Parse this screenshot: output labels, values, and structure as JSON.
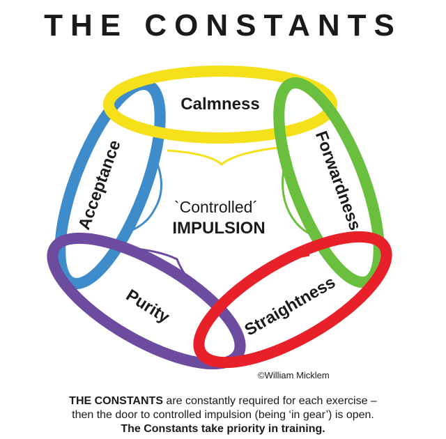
{
  "title": "THE CONSTANTS",
  "rings": {
    "calmness": "Calmness",
    "forwardness": "Forwardness",
    "straightness": "Straightness",
    "purity": "Purity",
    "acceptance": "Acceptance"
  },
  "center": {
    "line1": "`Controlled´",
    "line2": "IMPULSION"
  },
  "credit": "©William Micklem",
  "caption": {
    "line1_bold": "THE CONSTANTS",
    "line1_rest": " are constantly required for each exercise –",
    "line2": "then the door to controlled impulsion (being ‘in gear’) is open.",
    "line3": "The Constants take priority in training."
  },
  "colors": {
    "calmness": "#f5e01a",
    "forwardness": "#6bbf3e",
    "straightness": "#e8202a",
    "purity": "#6d4c9f",
    "acceptance": "#3f8ccb"
  }
}
